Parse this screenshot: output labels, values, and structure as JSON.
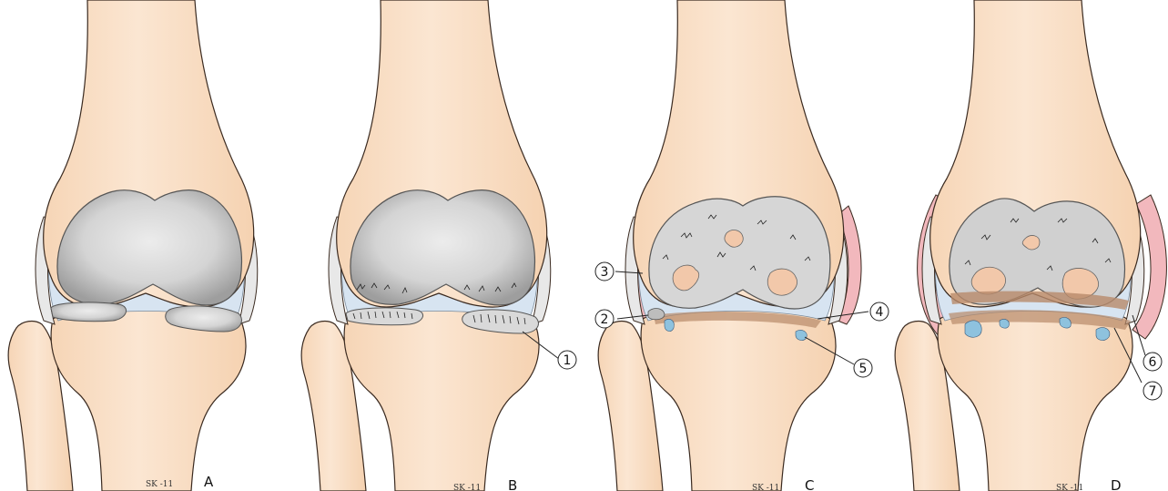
{
  "colors": {
    "bone": "#f8dcc0",
    "bone_outline": "#3a2a20",
    "bone_highlight": "#fbe8d6",
    "cartilage_outer": "#9b9b9b",
    "cartilage_inner": "#e6e6e6",
    "synovial_fluid": "#d7e4f1",
    "capsule": "#ececec",
    "inflamed_synovium": "#f2b8bd",
    "cyst": "#8ec2de",
    "exposed_bone": "#f2c8aa",
    "sclerosis": "#b88a6a"
  },
  "panels": [
    {
      "label": "A",
      "credit": "SK -11"
    },
    {
      "label": "B",
      "credit": "SK -11"
    },
    {
      "label": "C",
      "credit": "SK -11"
    },
    {
      "label": "D",
      "credit": "SK -11"
    }
  ],
  "callouts": [
    {
      "number": "1"
    },
    {
      "number": "2"
    },
    {
      "number": "3"
    },
    {
      "number": "4"
    },
    {
      "number": "5"
    },
    {
      "number": "6"
    },
    {
      "number": "7"
    }
  ]
}
